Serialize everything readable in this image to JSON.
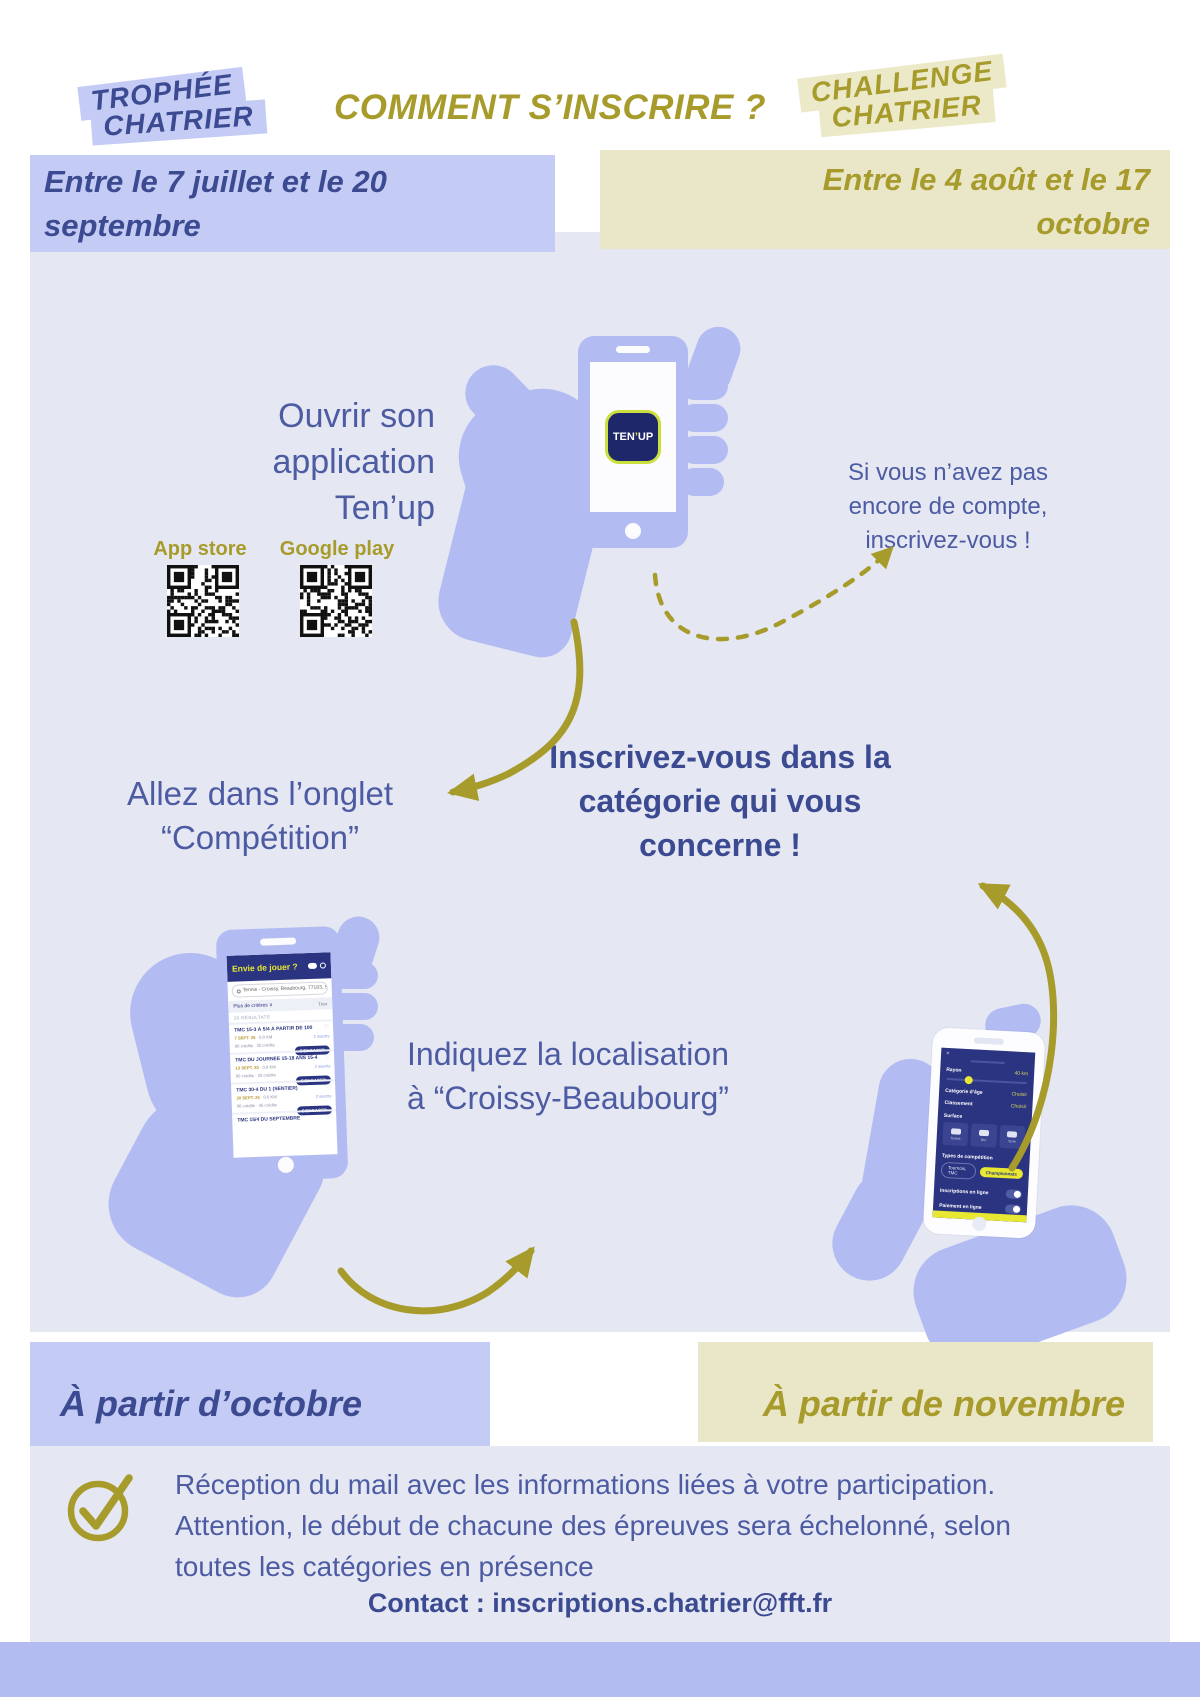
{
  "page": {
    "title": "COMMENT S’INSCRIRE ?"
  },
  "badges": {
    "left": {
      "line1": "TROPHÉE",
      "line2": "CHATRIER"
    },
    "right": {
      "line1": "CHALLENGE",
      "line2": "CHATRIER"
    }
  },
  "banners": {
    "top_left": {
      "line1": "Entre le 7 juillet et le 20",
      "line2": "septembre"
    },
    "top_right": {
      "line1": "Entre le 4 août et le 17",
      "line2": "octobre"
    },
    "bottom_left": "À partir d’octobre",
    "bottom_right": "À partir de novembre"
  },
  "step1": {
    "lines": [
      "Ouvrir son",
      "application",
      "Ten’up"
    ],
    "app_store_label": "App store",
    "google_play_label": "Google play",
    "aside_lines": [
      "Si vous n’avez pas",
      "encore de compte,",
      "inscrivez-vous !"
    ]
  },
  "step2": {
    "lines": [
      "Allez dans l’onglet",
      "“Compétition”"
    ]
  },
  "step3": {
    "lines": [
      "Inscrivez-vous dans la",
      "catégorie qui vous",
      "concerne !"
    ]
  },
  "step4": {
    "lines": [
      "Indiquez la localisation",
      "à “Croissy-Beaubourg”"
    ]
  },
  "phone1": {
    "icon_ten": "TEN",
    "icon_apos": "’",
    "icon_up": "UP"
  },
  "phone2": {
    "header_title": "Envie de jouer ?",
    "search_text": "Tennis - Croissy, Beaubourg, 77183, Seine-et...",
    "criteria_label": "Plus de critères ∨",
    "sort_label": "Trier",
    "results_label": "26 RÉSULTATS",
    "cards": [
      {
        "title": "TMC 15-3 À 5/4 À PARTIR DE 100",
        "date": "7 SEPT. 25",
        "distance": " · 0,0 KM",
        "detail": "90 crédits · 35 crédits",
        "link": "2 inscrits",
        "cta": "S’ENGAGER",
        "heart": "♡"
      },
      {
        "title": "TMC DU JOURNÉE 15-18 ANS 15-4 À 5/4",
        "date": "13 SEPT. 25",
        "distance": " · 0,0 KM",
        "detail": "90 crédits · 35 crédits",
        "link": "2 inscrits",
        "cta": "S’ENGAGER",
        "heart": "♡"
      },
      {
        "title": "TMC 30-4 DU 1 (SENTIER)",
        "date": "20 SEPT. 25",
        "distance": " · 0,0 KM",
        "detail": "90 crédits · 45 crédits",
        "link": "2 inscrits",
        "cta": "S’ENGAGER",
        "heart": "♡"
      },
      {
        "title": "TMC 15/4 DU SEPTEMBRE",
        "heart": "♡"
      }
    ]
  },
  "phone3": {
    "close": "×",
    "radius_label": "Rayon",
    "radius_value": "40 km",
    "age_label": "Catégorie d’âge",
    "age_value": "Choisir",
    "rank_label": "Classement",
    "rank_value": "Choisir",
    "surface_label": "Surface",
    "surfaces": [
      "Toutes",
      "Dur",
      "Terre"
    ],
    "type_label": "Types de compétition",
    "pill_outline": "Tournois, TMC",
    "pill_filled": "Championnats",
    "toggle1_label": "Inscriptions en ligne",
    "toggle2_label": "Paiement en ligne"
  },
  "footer": {
    "note_lines": [
      "Réception du mail avec les informations liées à votre participation.",
      "Attention, le début de chacune des épreuves sera échelonné, selon",
      "toutes les catégories en présence"
    ],
    "contact": "Contact : inscriptions.chatrier@fft.fr"
  },
  "colors": {
    "navy_text": "#3b4a91",
    "slate_text": "#4d5ba3",
    "olive": "#a79b2b",
    "lavender": "#c4cbf4",
    "beige": "#eae6c8",
    "panel": "#e5e8f3",
    "hand": "#b3bcf2",
    "app_navy": "#2b3480",
    "app_yellow": "#e8e832",
    "footer_bar": "#b2bcf1"
  }
}
